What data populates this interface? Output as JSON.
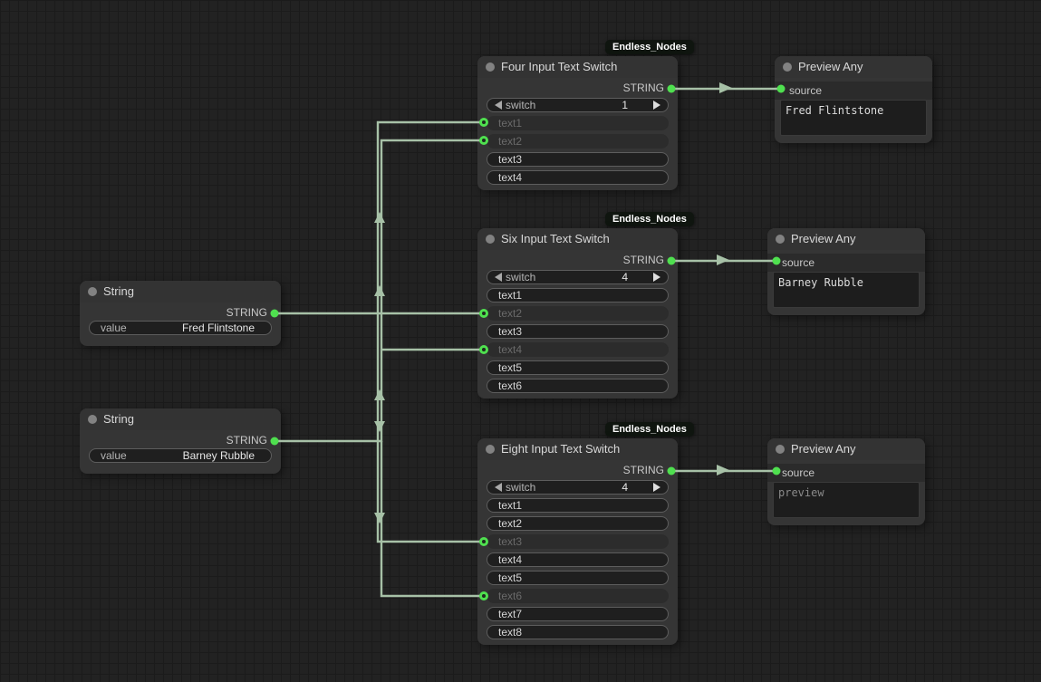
{
  "colors": {
    "accent_green": "#4fe04f",
    "wire": "#a7c1a7",
    "node_bg": "#353535",
    "badge_bg": "#0f150f",
    "canvas_bg": "#222222"
  },
  "badge_label": "Endless_Nodes",
  "nodes": {
    "string1": {
      "title": "String",
      "output_label": "STRING",
      "widget": {
        "label": "value",
        "value": "Fred Flintstone"
      }
    },
    "string2": {
      "title": "String",
      "output_label": "STRING",
      "widget": {
        "label": "value",
        "value": "Barney Rubble"
      }
    },
    "four": {
      "title": "Four Input Text Switch",
      "output_label": "STRING",
      "switch": {
        "label": "switch",
        "value": "1"
      },
      "rows": [
        {
          "label": "text1",
          "connected": true
        },
        {
          "label": "text2",
          "connected": true
        },
        {
          "label": "text3",
          "connected": false
        },
        {
          "label": "text4",
          "connected": false
        }
      ]
    },
    "six": {
      "title": "Six Input Text Switch",
      "output_label": "STRING",
      "switch": {
        "label": "switch",
        "value": "4"
      },
      "rows": [
        {
          "label": "text1",
          "connected": false
        },
        {
          "label": "text2",
          "connected": true
        },
        {
          "label": "text3",
          "connected": false
        },
        {
          "label": "text4",
          "connected": true
        },
        {
          "label": "text5",
          "connected": false
        },
        {
          "label": "text6",
          "connected": false
        }
      ]
    },
    "eight": {
      "title": "Eight Input Text Switch",
      "output_label": "STRING",
      "switch": {
        "label": "switch",
        "value": "4"
      },
      "rows": [
        {
          "label": "text1",
          "connected": false
        },
        {
          "label": "text2",
          "connected": false
        },
        {
          "label": "text3",
          "connected": true
        },
        {
          "label": "text4",
          "connected": false
        },
        {
          "label": "text5",
          "connected": false
        },
        {
          "label": "text6",
          "connected": true
        },
        {
          "label": "text7",
          "connected": false
        },
        {
          "label": "text8",
          "connected": false
        }
      ]
    },
    "preview1": {
      "title": "Preview Any",
      "input_label": "source",
      "text": "Fred Flintstone"
    },
    "preview2": {
      "title": "Preview Any",
      "input_label": "source",
      "text": "Barney Rubble"
    },
    "preview3": {
      "title": "Preview Any",
      "input_label": "source",
      "text": "preview"
    }
  }
}
